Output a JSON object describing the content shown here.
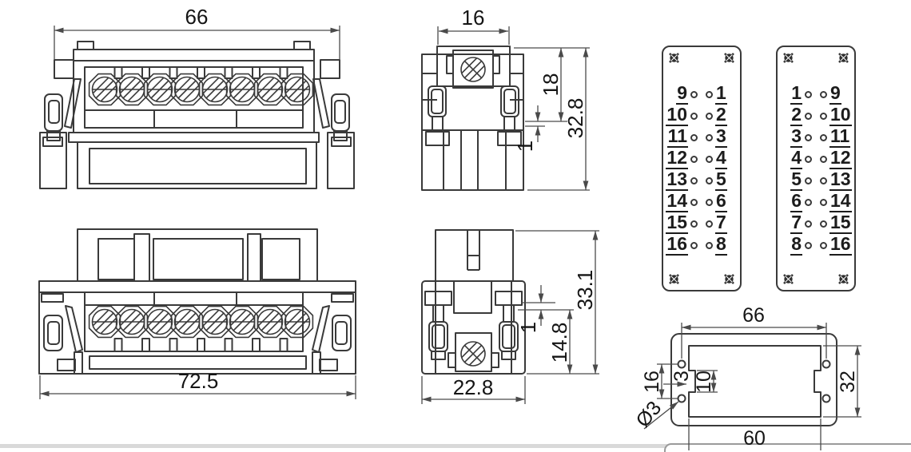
{
  "colors": {
    "line": "#3a3a3a",
    "dimension_line": "#4a4a4a",
    "text": "#151515",
    "background": "#ffffff",
    "divider_strip": "#d9d9d9",
    "panel_edge_border": "#9a9a9a"
  },
  "views": {
    "front_top": {
      "width": "66"
    },
    "front_bottom": {
      "width": "72.5"
    },
    "side_top": {
      "width": "16",
      "upper_depth": "18",
      "height": "32.8",
      "gap": "1"
    },
    "side_bottom": {
      "height": "33.1",
      "lower_depth": "14.8",
      "gap": "1",
      "width": "22.8"
    },
    "panel_cutout": {
      "hole_span": "66",
      "cutout_width": "60",
      "cutout_height": "32",
      "hole_pitch": "16",
      "notch_depth": "3",
      "notch_height": "10",
      "hole_diameter": "Ø3"
    }
  },
  "pin_layout_left": {
    "rows": [
      {
        "left": "9",
        "right": "1"
      },
      {
        "left": "10",
        "right": "2"
      },
      {
        "left": "11",
        "right": "3"
      },
      {
        "left": "12",
        "right": "4"
      },
      {
        "left": "13",
        "right": "5"
      },
      {
        "left": "14",
        "right": "6"
      },
      {
        "left": "15",
        "right": "7"
      },
      {
        "left": "16",
        "right": "8"
      }
    ]
  },
  "pin_layout_right": {
    "rows": [
      {
        "left": "1",
        "right": "9"
      },
      {
        "left": "2",
        "right": "10"
      },
      {
        "left": "3",
        "right": "11"
      },
      {
        "left": "4",
        "right": "12"
      },
      {
        "left": "5",
        "right": "13"
      },
      {
        "left": "6",
        "right": "14"
      },
      {
        "left": "7",
        "right": "15"
      },
      {
        "left": "8",
        "right": "16"
      }
    ]
  }
}
